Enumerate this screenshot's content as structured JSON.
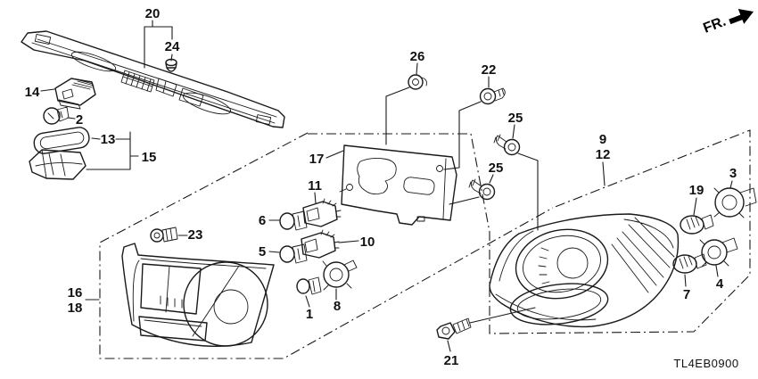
{
  "diagram": {
    "code": "TL4EB0900",
    "direction_label": "FR."
  },
  "callouts": {
    "1": "1",
    "2": "2",
    "3": "3",
    "4": "4",
    "5": "5",
    "6": "6",
    "7": "7",
    "8": "8",
    "9": "9",
    "10": "10",
    "11": "11",
    "12": "12",
    "13": "13",
    "14": "14",
    "15": "15",
    "16": "16",
    "17": "17",
    "18": "18",
    "19": "19",
    "20": "20",
    "21": "21",
    "22": "22",
    "23": "23",
    "24": "24",
    "25": "25",
    "26": "26"
  }
}
